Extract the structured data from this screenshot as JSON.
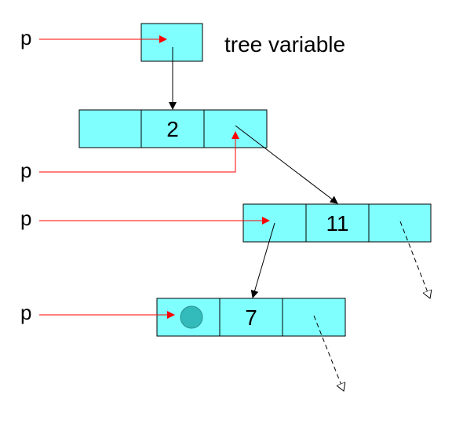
{
  "labels": {
    "tree_variable": "tree variable",
    "pointer": "p"
  },
  "nodes": {
    "root": {
      "value": "2"
    },
    "right_child": {
      "value": "11"
    },
    "left_grandchild": {
      "value": "7"
    }
  },
  "colors": {
    "cell_fill": "#80ffff",
    "pointer_arrow": "#ff0000",
    "link_arrow": "#000000",
    "marker_circle": "#33bbbb"
  }
}
